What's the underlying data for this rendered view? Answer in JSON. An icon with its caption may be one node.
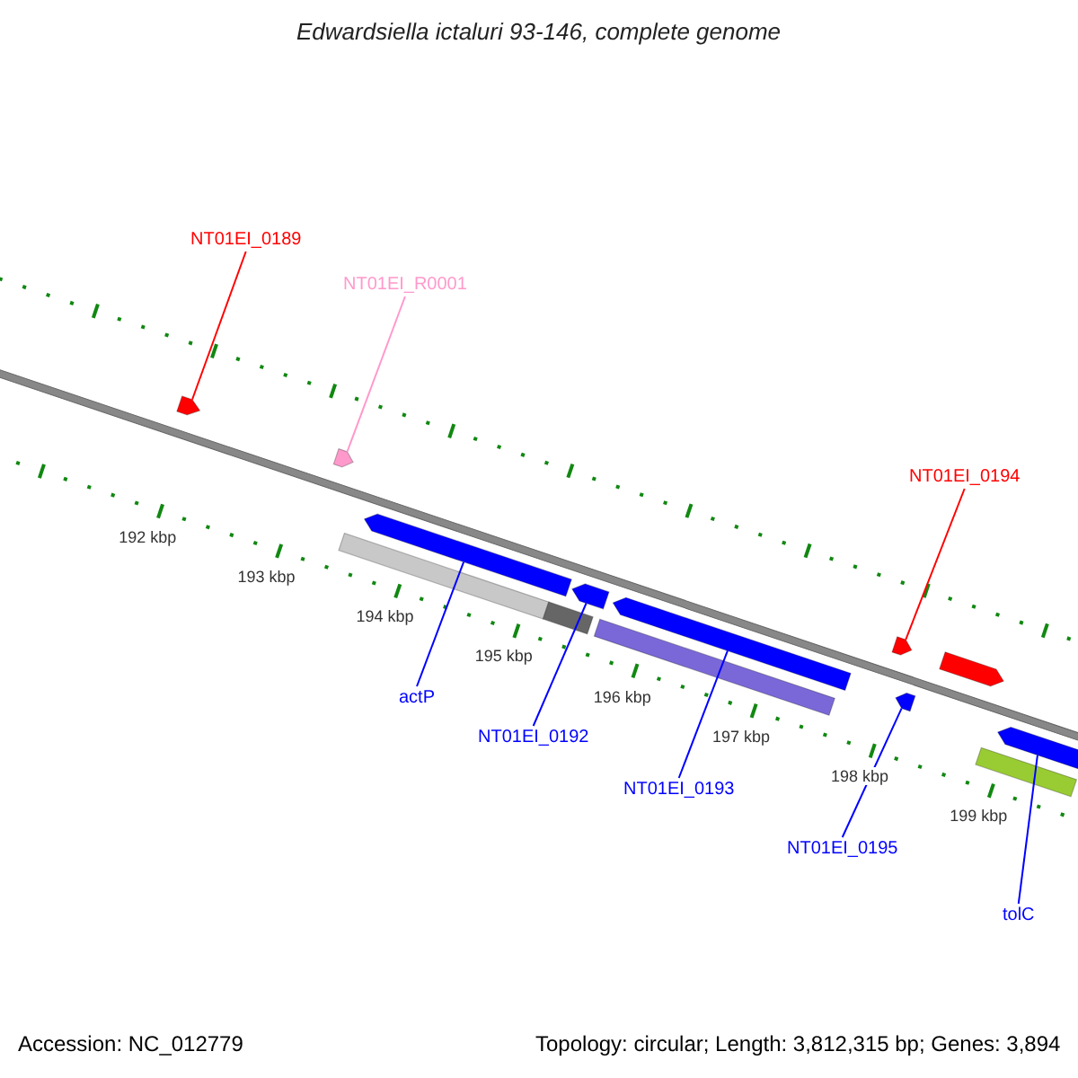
{
  "diagram": {
    "title": "Edwardsiella ictaluri 93-146, complete genome",
    "nodes": [
      {
        "text": [
          "NT01EI_0189"
        ]
      },
      {
        "text": [
          "NT01EI_R0001"
        ]
      },
      {
        "text": [],
        "shape": "arrow"
      },
      {
        "text": [],
        "shape": "arrow"
      },
      {
        "text": [
          "NT01EI_0194"
        ]
      },
      {
        "text": [],
        "shape": "arrow"
      },
      {
        "text": [],
        "shape": "bar"
      },
      {
        "text": [],
        "shape": "arrow"
      },
      {
        "text": [],
        "shape": "bar"
      },
      {
        "text": [],
        "shape": "arrow"
      },
      {
        "text": [],
        "shape": "bar"
      },
      {
        "text": [],
        "shape": "arrow"
      },
      {
        "text": [],
        "shape": "arrow"
      },
      {
        "text": [],
        "shape": "arrow"
      },
      {
        "text": [],
        "shape": "arrow"
      },
      {
        "text": [],
        "shape": "bar"
      },
      {
        "text": [
          "actP"
        ]
      },
      {
        "text": [
          "NT01EI_0192"
        ]
      },
      {
        "text": [
          "NT01EI_0193"
        ]
      },
      {
        "text": [
          "NT01EI_0195"
        ]
      },
      {
        "text": [
          "tolC"
        ]
      }
    ],
    "edges": [
      {
        "from": 0,
        "to": 2,
        "arrow": "none",
        "color": "#ff0000"
      },
      {
        "from": 1,
        "to": 3,
        "arrow": "none",
        "color": "#ff99cc"
      },
      {
        "from": 4,
        "to": 11,
        "arrow": "none",
        "color": "#ff0000"
      },
      {
        "from": 16,
        "to": 5,
        "arrow": "none"
      },
      {
        "from": 17,
        "to": 7,
        "arrow": "none"
      },
      {
        "from": 18,
        "to": 9,
        "arrow": "none"
      },
      {
        "from": 19,
        "to": 13,
        "arrow": "none"
      },
      {
        "from": 20,
        "to": 14,
        "arrow": "none"
      }
    ],
    "labels": [
      "192 kbp",
      "193 kbp",
      "194 kbp",
      "195 kbp",
      "196 kbp",
      "197 kbp",
      "198 kbp",
      "199 kbp",
      "Accession: NC_012779",
      "Topology: circular; Length: 3,812,315 bp; Genes: 3,894"
    ]
  }
}
